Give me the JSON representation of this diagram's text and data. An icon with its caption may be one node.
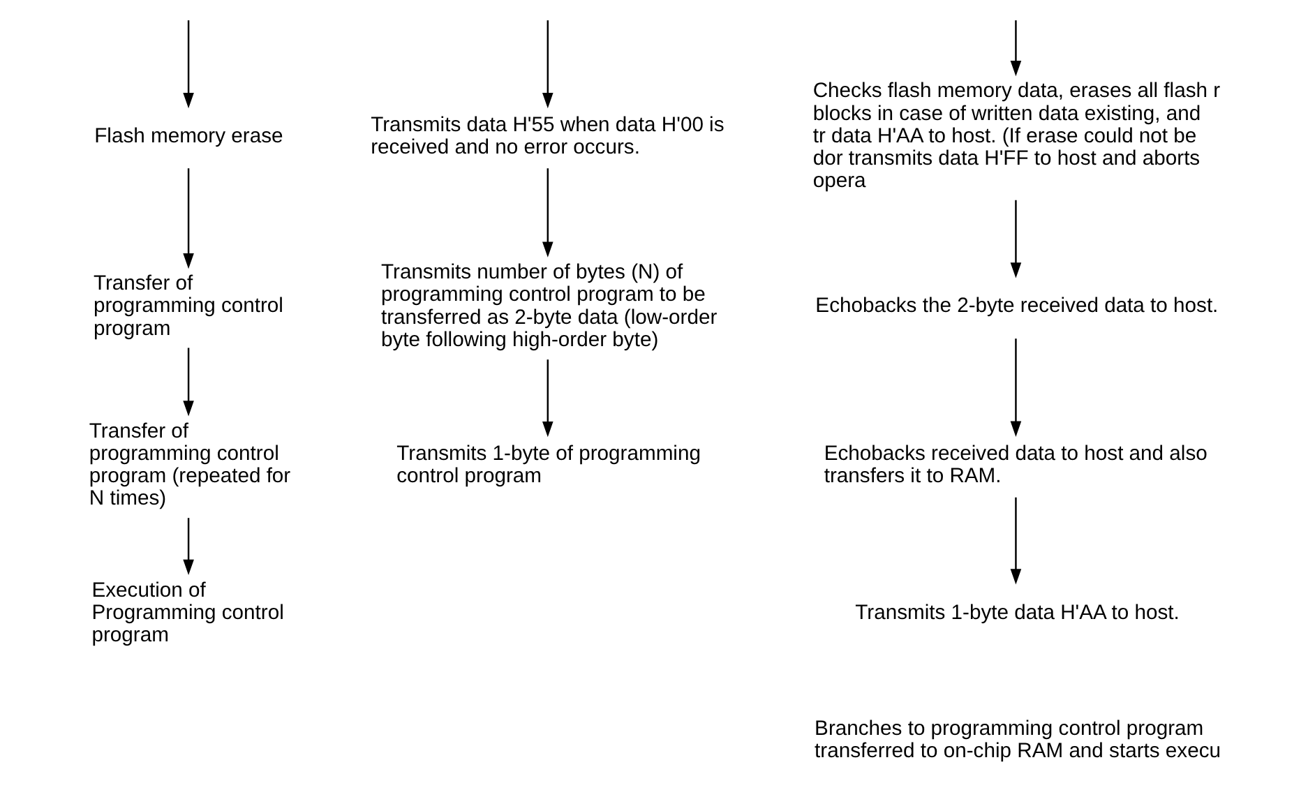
{
  "diagram": {
    "nodes": [
      {
        "text": [
          "Flash memory erase"
        ]
      },
      {
        "text": [
          "Transmits data H'55 when data H'00 is received and no error occurs."
        ]
      },
      {
        "text": [
          "Checks flash memory data, erases all flash r blocks in case of written data existing, and tr data H'AA to host. (If erase could not be dor transmits data H'FF to host and aborts opera"
        ]
      },
      {
        "text": [
          "Transfer of programming control program"
        ]
      },
      {
        "text": [
          "Transmits number of bytes (N) of programming control program to be transferred as 2-byte data (low-order byte following high-order byte)"
        ]
      },
      {
        "text": [
          "Echobacks the 2-byte received data to host."
        ]
      },
      {
        "text": [
          "Transfer of programming control program (repeated for N times)"
        ]
      },
      {
        "text": [
          "Transmits 1-byte of programming control program"
        ]
      },
      {
        "text": [
          "Echobacks received data to host and also transfers it to RAM."
        ]
      },
      {
        "text": [
          "Execution of Programming control program"
        ]
      },
      {
        "text": [
          "Transmits 1-byte data H'AA to host."
        ]
      }
    ],
    "edges": [
      {
        "from": null,
        "to": 0,
        "arrow": "to"
      },
      {
        "from": null,
        "to": 1,
        "arrow": "to"
      },
      {
        "from": null,
        "to": 2,
        "arrow": "to"
      },
      {
        "from": 0,
        "to": 3,
        "arrow": "to"
      },
      {
        "from": 1,
        "to": 4,
        "arrow": "to"
      },
      {
        "from": 2,
        "to": 5,
        "arrow": "to"
      },
      {
        "from": 3,
        "to": 6,
        "arrow": "to"
      },
      {
        "from": 4,
        "to": 7,
        "arrow": "to"
      },
      {
        "from": 5,
        "to": 8,
        "arrow": "to"
      },
      {
        "from": 6,
        "to": 9,
        "arrow": "to"
      },
      {
        "from": 8,
        "to": 10,
        "arrow": "to"
      }
    ],
    "labels": [
      "Branches to programming control program transferred to on-chip RAM and starts execu"
    ]
  }
}
